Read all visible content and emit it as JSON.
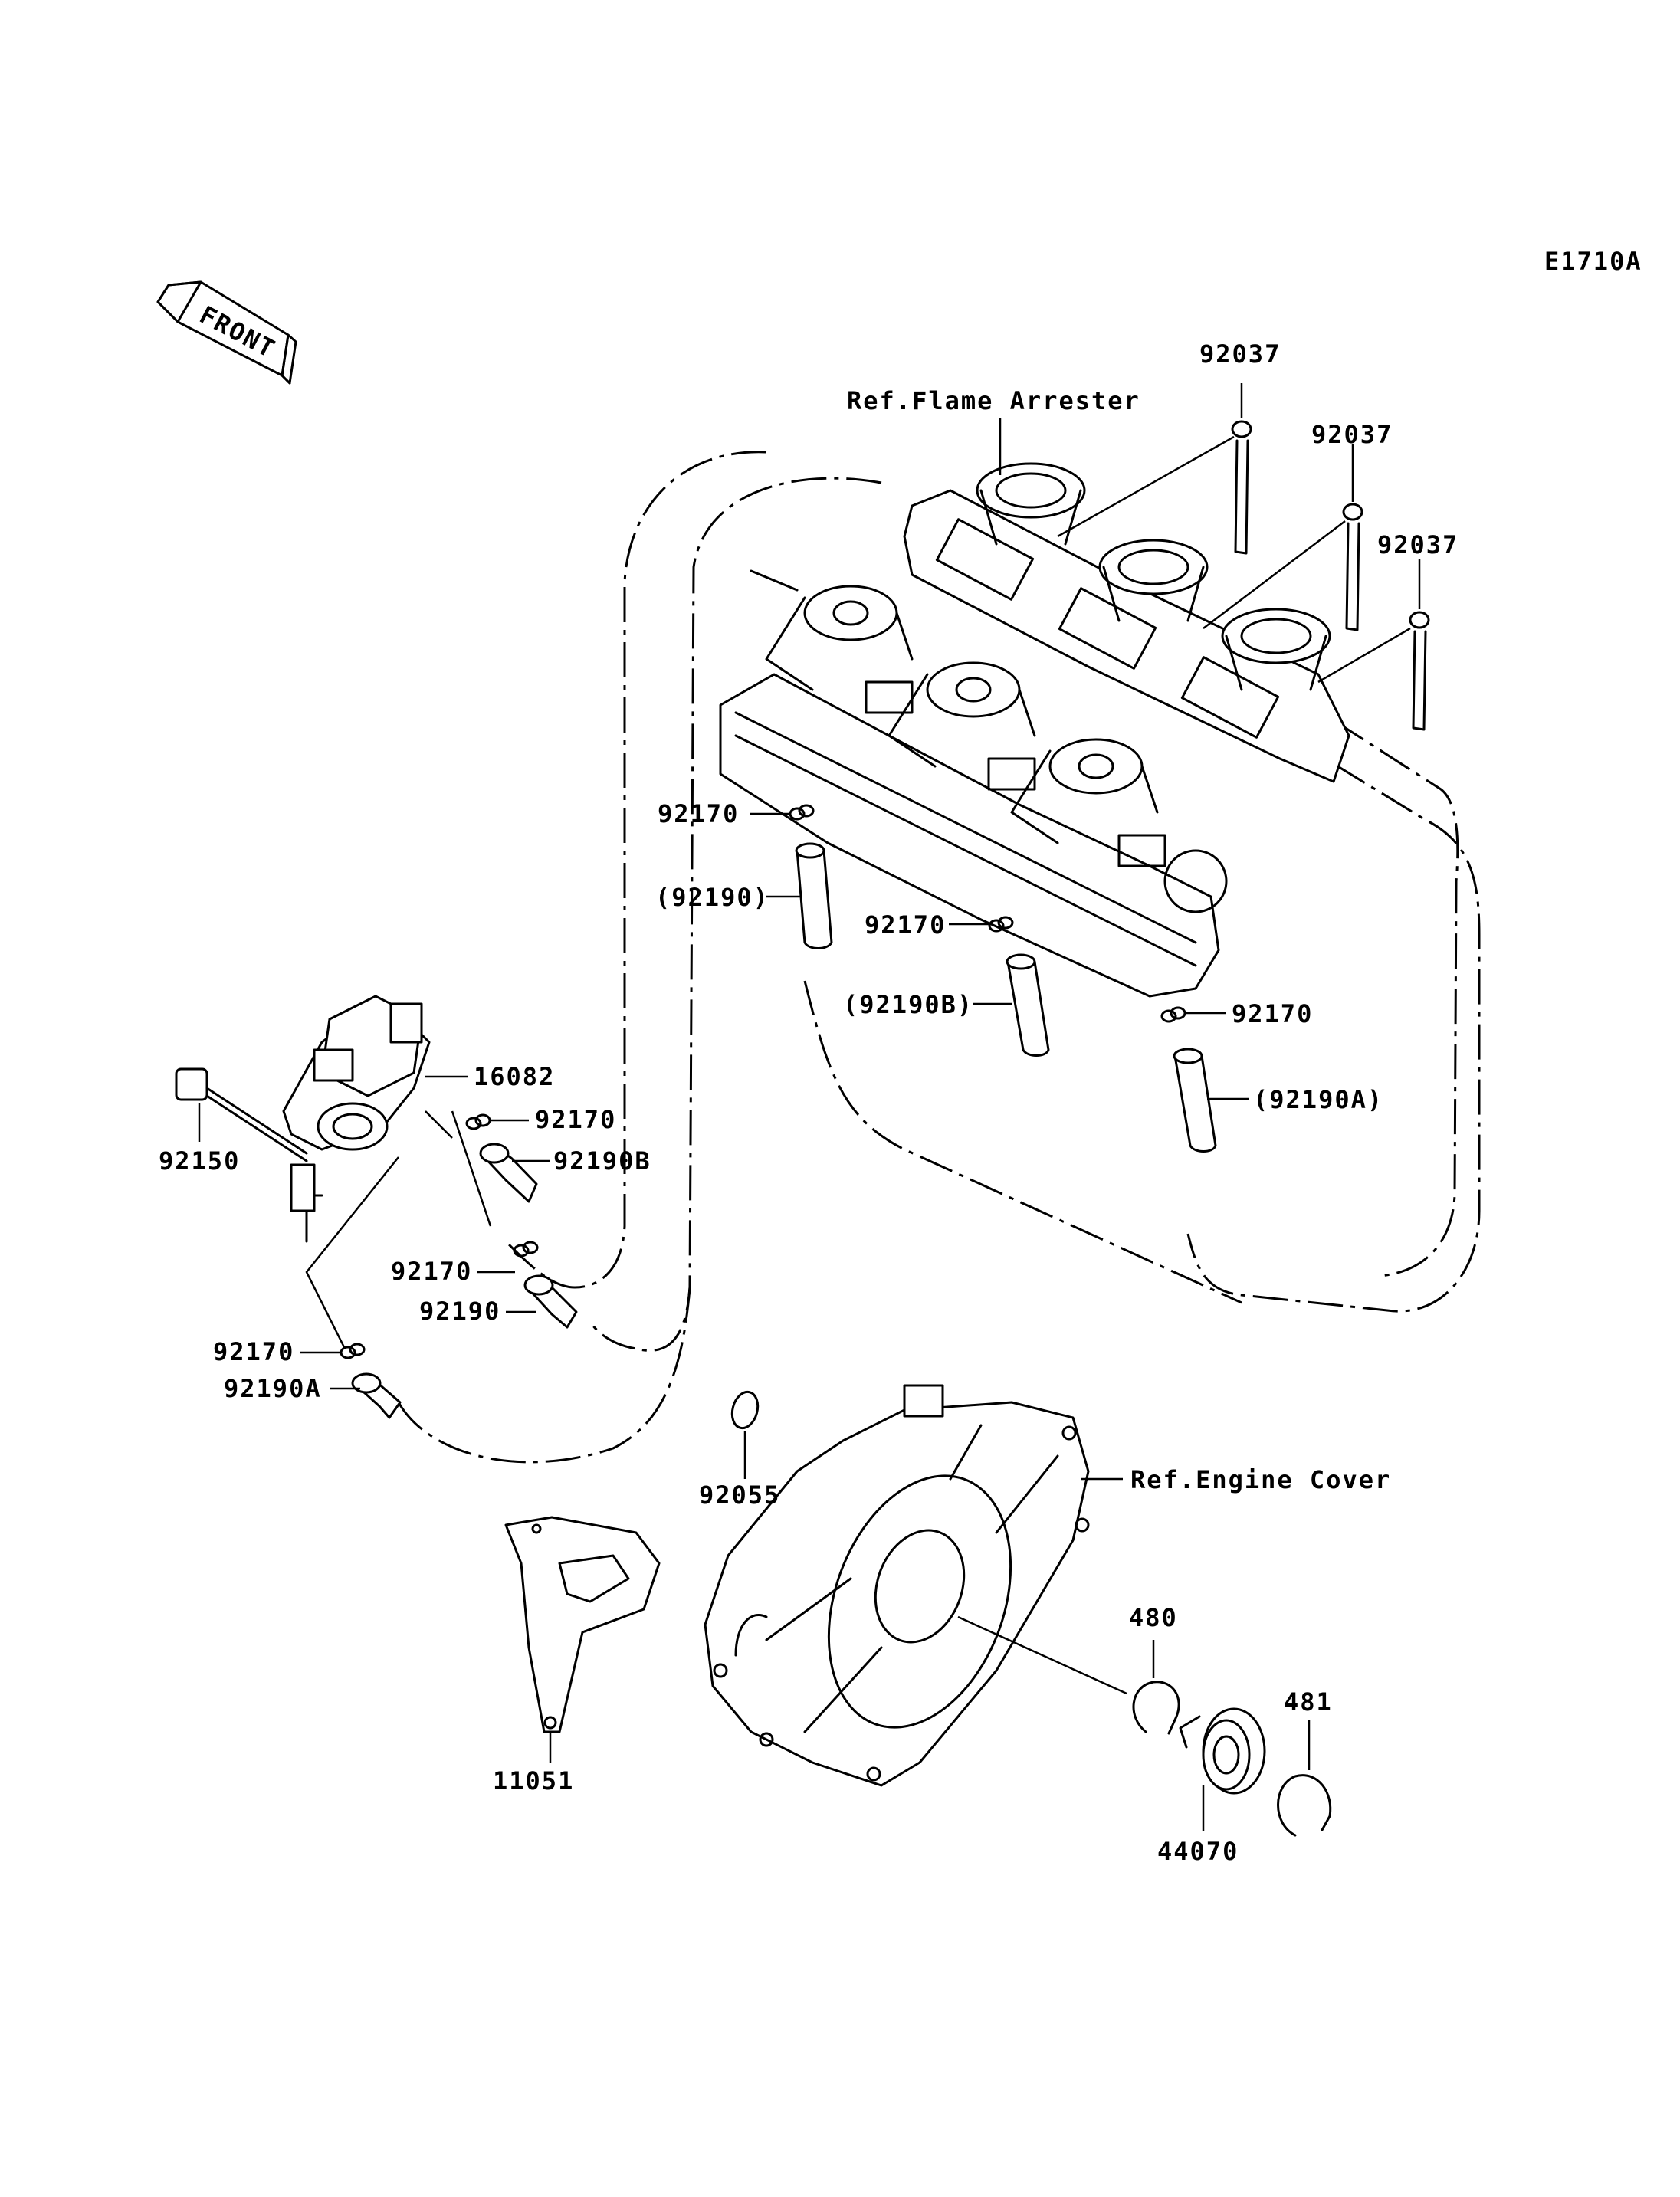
{
  "diagram_code": "E1710A",
  "front_label": "FRONT",
  "labels": {
    "p92037_a": "92037",
    "p92037_b": "92037",
    "p92037_c": "92037",
    "ref_flame_arrester": "Ref.Flame Arrester",
    "p92170_a": "92170",
    "p92190_paren": "(92190)",
    "p92170_b": "92170",
    "p92190b_paren": "(92190B)",
    "p92170_c": "92170",
    "p92190a_paren": "(92190A)",
    "p16082": "16082",
    "p92170_d": "92170",
    "p92190b": "92190B",
    "p92150": "92150",
    "p92170_e": "92170",
    "p92190": "92190",
    "p92170_f": "92170",
    "p92190a": "92190A",
    "p92055": "92055",
    "ref_engine_cover": "Ref.Engine Cover",
    "p480": "480",
    "p481": "481",
    "p11051": "11051",
    "p44070": "44070"
  }
}
